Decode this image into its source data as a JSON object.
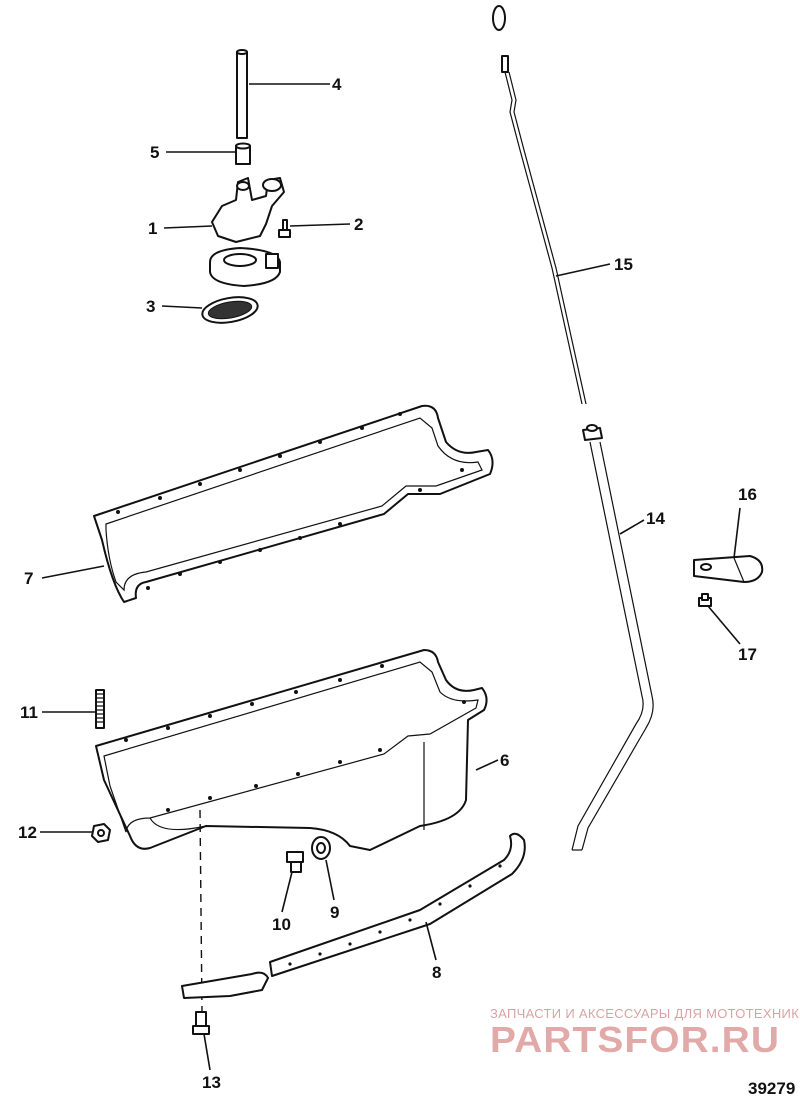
{
  "callouts": [
    {
      "id": "1",
      "text": "1"
    },
    {
      "id": "2",
      "text": "2"
    },
    {
      "id": "3",
      "text": "3"
    },
    {
      "id": "4",
      "text": "4"
    },
    {
      "id": "5",
      "text": "5"
    },
    {
      "id": "6",
      "text": "6"
    },
    {
      "id": "7",
      "text": "7"
    },
    {
      "id": "8",
      "text": "8"
    },
    {
      "id": "9",
      "text": "9"
    },
    {
      "id": "10",
      "text": "10"
    },
    {
      "id": "11",
      "text": "11"
    },
    {
      "id": "12",
      "text": "12"
    },
    {
      "id": "13",
      "text": "13"
    },
    {
      "id": "14",
      "text": "14"
    },
    {
      "id": "15",
      "text": "15"
    },
    {
      "id": "16",
      "text": "16"
    },
    {
      "id": "17",
      "text": "17"
    }
  ],
  "watermark": {
    "tagline": "ЗАПЧАСТИ И АКСЕССУАРЫ ДЛЯ МОТОТЕХНИКИ",
    "brand": "PARTSFOR.RU"
  },
  "figure_number": "39279"
}
